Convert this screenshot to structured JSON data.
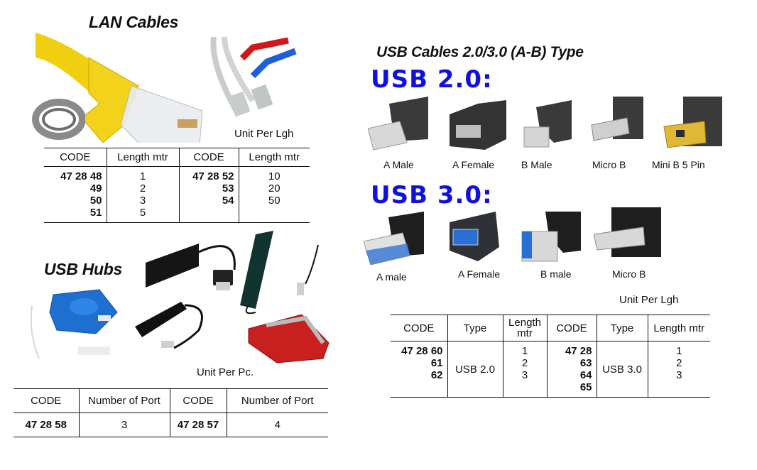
{
  "lan": {
    "title": "LAN Cables",
    "unit": "Unit Per Lgh",
    "table": {
      "headers": [
        "CODE",
        "Length mtr",
        "CODE",
        "Length mtr"
      ],
      "left": {
        "codes": [
          "47 28 48",
          "49",
          "50",
          "51"
        ],
        "lengths": [
          "1",
          "2",
          "3",
          "5"
        ]
      },
      "right": {
        "codes": [
          "47 28 52",
          "53",
          "54"
        ],
        "lengths": [
          "10",
          "20",
          "50"
        ]
      }
    }
  },
  "hubs": {
    "title": "USB Hubs",
    "unit": "Unit Per Pc.",
    "table": {
      "headers": [
        "CODE",
        "Number of Port",
        "CODE",
        "Number of Port"
      ],
      "rows": [
        [
          "47 28 58",
          "3",
          "47 28 57",
          "4"
        ]
      ]
    }
  },
  "usb": {
    "title": "USB Cables 2.0/3.0 (A-B) Type",
    "usb2": {
      "heading": "USB 2.0:",
      "connectors": [
        "A Male",
        "A Female",
        "B Male",
        "Micro B",
        "Mini B 5 Pin"
      ]
    },
    "usb3": {
      "heading": "USB 3.0:",
      "connectors": [
        "A male",
        "A Female",
        "B male",
        "Micro B"
      ]
    },
    "unit": "Unit Per Lgh",
    "table": {
      "headers": [
        "CODE",
        "Type",
        "Length mtr",
        "CODE",
        "Type",
        "Length mtr"
      ],
      "left": {
        "codes": [
          "47 28 60",
          "61",
          "62"
        ],
        "type": "USB 2.0",
        "lengths": [
          "1",
          "2",
          "3"
        ]
      },
      "right": {
        "codes": [
          "47 28 63",
          "64",
          "65"
        ],
        "type": "USB 3.0",
        "lengths": [
          "1",
          "2",
          "3"
        ]
      }
    }
  },
  "colors": {
    "usb_heading": "#1010e0",
    "lan_yellow": "#f2d21a",
    "hub_blue": "#1e6fd0",
    "hub_red": "#c8201e"
  }
}
